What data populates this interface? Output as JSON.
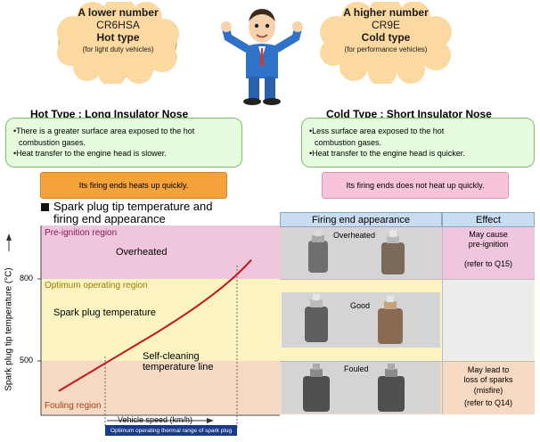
{
  "hot_cloud": {
    "line1": "A lower number",
    "line2": "CR6HSA",
    "line3": "Hot type",
    "line4": "(for light duty vehicles)"
  },
  "cold_cloud": {
    "line1": "A higher number",
    "line2": "CR9E",
    "line3": "Cold type",
    "line4": "(for performance vehicles)"
  },
  "hot_heading": "Hot Type : Long Insulator Nose",
  "cold_heading": "Cold Type : Short Insulator Nose",
  "hot_points": [
    "•There is a greater surface area exposed to the hot",
    "  combustion gases.",
    "•Heat transfer to the engine head is slower."
  ],
  "cold_points": [
    "•Less surface area exposed to the hot",
    "  combustion gases.",
    "•Heat transfer to the engine head is quicker."
  ],
  "hot_result": "Its firing ends heats up quickly.",
  "cold_result": "Its firing ends does not heat up quickly.",
  "section_title_1": "Spark plug tip temperature and",
  "section_title_2": "firing end appearance",
  "table": {
    "col_firing": "Firing end appearance",
    "col_effect": "Effect",
    "rows": [
      {
        "label": "Overheated",
        "effect": [
          "May cause",
          "pre-ignition",
          "",
          "(refer to Q15)"
        ]
      },
      {
        "label": "Good",
        "effect": []
      },
      {
        "label": "Fouled",
        "effect": [
          "May lead to",
          "loss of sparks",
          "(misfire)",
          "(refer to Q14)"
        ]
      }
    ]
  },
  "chart_data": {
    "type": "line",
    "regions": [
      "Pre-ignition region",
      "Optimum operating region",
      "Fouling region"
    ],
    "region_colors": [
      "#efc6dc",
      "#fbf4c2",
      "#f6d9c2"
    ],
    "ylabel": "Spark plug tip temperature (°C)",
    "yticks": [
      500,
      800
    ],
    "xlabel": "Vehicle speed (km/h)",
    "xband_label": "Optimum operating thermal range of spark plug",
    "annotations": {
      "overheated": "Overheated",
      "temp_line": "Spark plug temperature",
      "selfclean_1": "Self-cleaning",
      "selfclean_2": "temperature line"
    },
    "series": [
      {
        "values": [
          {
            "x": 0,
            "y": 390
          },
          {
            "x": 0.5,
            "y": 600
          },
          {
            "x": 0.85,
            "y": 750
          },
          {
            "x": 1,
            "y": 870
          }
        ],
        "color": "#c4161c"
      }
    ]
  },
  "colors": {
    "green_box": "#e6fbdd",
    "orange_pill": "#f5a23a",
    "pink_pill": "#f8c4dc",
    "header_blue": "#c8ddf0",
    "line_red": "#c4161c"
  }
}
